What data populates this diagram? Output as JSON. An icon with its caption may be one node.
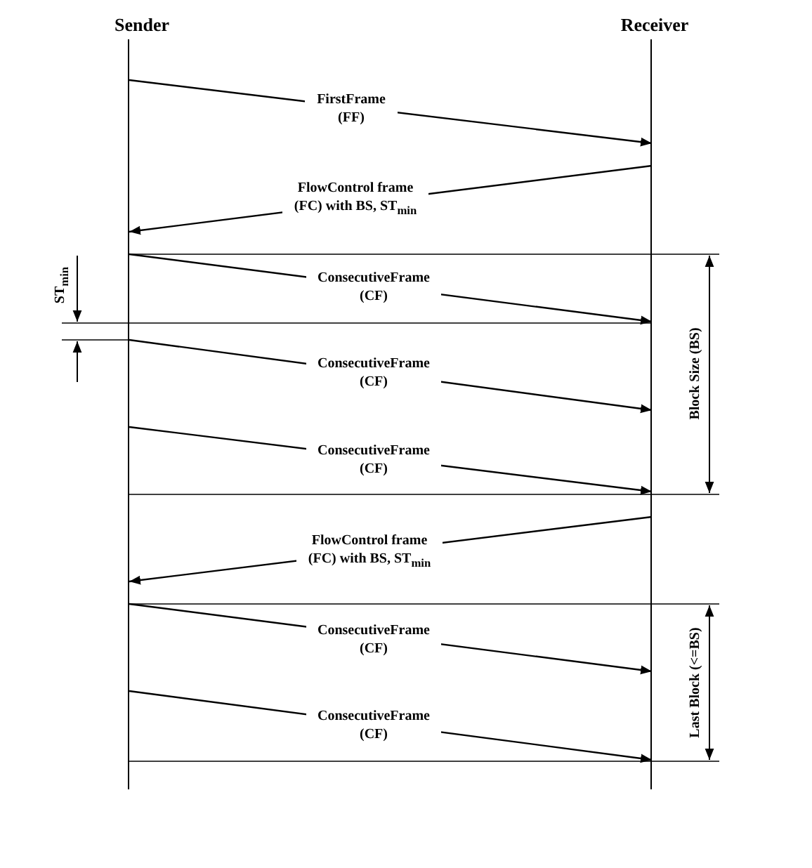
{
  "diagram": {
    "nodes": [
      {
        "text": [
          "Sender"
        ]
      },
      {
        "text": [
          "Receiver"
        ]
      }
    ],
    "edges": [
      {
        "from": 0,
        "to": 1,
        "arrow": "to",
        "label": "FirstFrame (FF)"
      },
      {
        "from": 1,
        "to": 0,
        "arrow": "to",
        "label": "FlowControl frame (FC) with BS, ST$_{min}$"
      },
      {
        "from": 0,
        "to": 1,
        "arrow": "to",
        "label": "ConsecutiveFrame (CF)"
      },
      {
        "from": 0,
        "to": 1,
        "arrow": "to",
        "label": "ConsecutiveFrame (CF)"
      },
      {
        "from": 0,
        "to": 1,
        "arrow": "to",
        "label": "ConsecutiveFrame (CF)"
      },
      {
        "from": 1,
        "to": 0,
        "arrow": "to",
        "label": "FlowControl frame (FC) with BS, ST$_{min}$"
      },
      {
        "from": 0,
        "to": 1,
        "arrow": "to",
        "label": "ConsecutiveFrame (CF)"
      },
      {
        "from": 0,
        "to": 1,
        "arrow": "to",
        "label": "ConsecutiveFrame (CF)"
      }
    ],
    "labels": [
      "ST$_{min}$",
      "Block Size (BS)",
      "Last Block (<=BS)"
    ]
  }
}
